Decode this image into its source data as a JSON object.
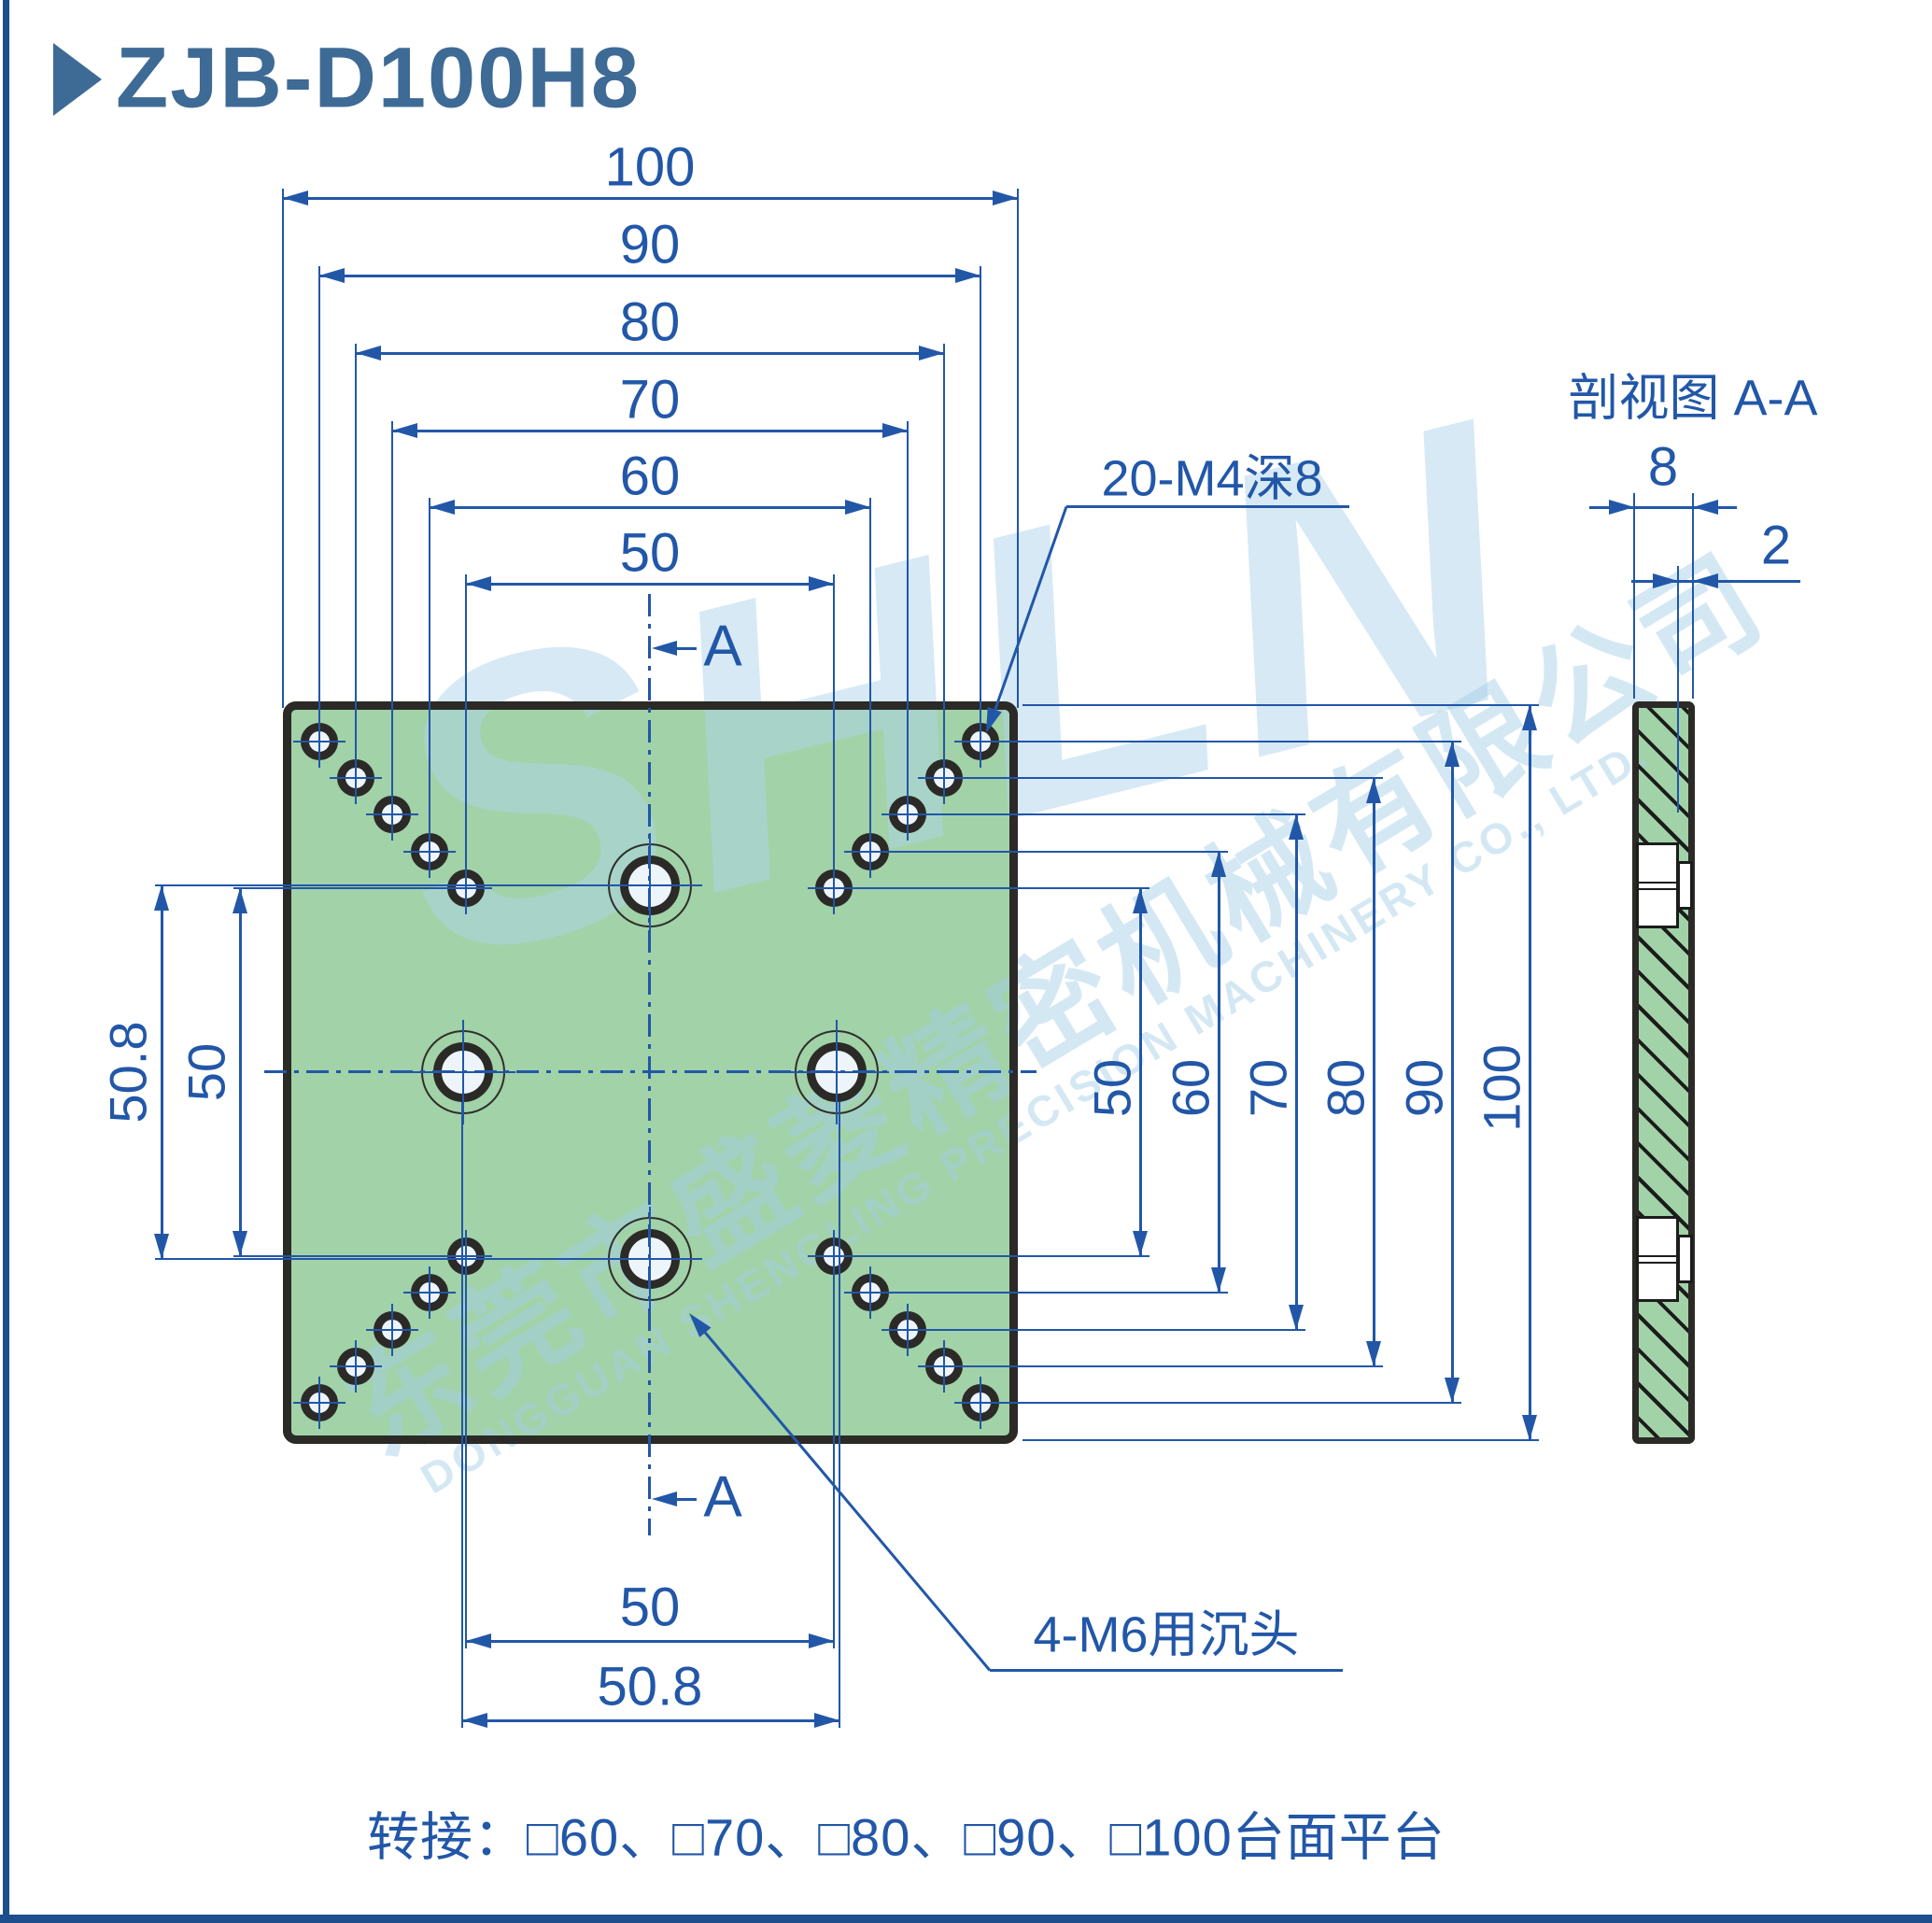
{
  "page": {
    "title_model": "ZJB-D100H8",
    "note": "转接：□60、□70、□80、□90、□100台面平台"
  },
  "front_view": {
    "dims_top": [
      "100",
      "90",
      "80",
      "70",
      "60",
      "50"
    ],
    "dims_right": [
      "50",
      "60",
      "70",
      "80",
      "90",
      "100"
    ],
    "dims_left": [
      "50.8",
      "50"
    ],
    "dims_bottom": [
      "50",
      "50.8"
    ],
    "section_marker": "A",
    "label_thread_holes": "20-M4深8",
    "label_counterbore_holes": "4-M6用沉头"
  },
  "section_view": {
    "title": "剖视图 A-A",
    "dim_thickness": "8",
    "dim_counterbore_offset": "2"
  },
  "watermark": {
    "logo": "SHLN",
    "company_cn": "东莞市盛菱精密机械有限公司",
    "company_en": "DONGGUAN SHENGLING PRECISION MACHINERY CO., LTD."
  },
  "colors": {
    "dim_blue": "#2257a8",
    "title_blue": "#3e6a96",
    "line_dark": "#2b2a27",
    "plate_green": "#a2d2a7",
    "hole_fill": "#edf5fb",
    "border_navy": "#1e4e8c",
    "watermark_blue": "#aed3ec"
  }
}
